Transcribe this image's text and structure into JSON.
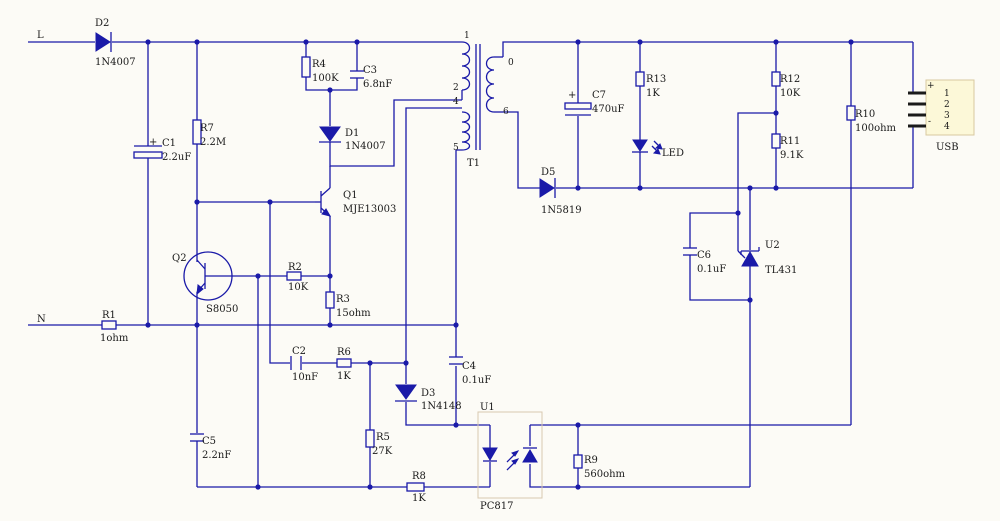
{
  "diagram": {
    "nets": {
      "line": "L",
      "neutral": "N"
    },
    "components": {
      "D2": {
        "ref": "D2",
        "value": "1N4007"
      },
      "C1": {
        "ref": "C1",
        "value": "2.2uF"
      },
      "R7": {
        "ref": "R7",
        "value": "2.2M"
      },
      "R4": {
        "ref": "R4",
        "value": "100K"
      },
      "C3": {
        "ref": "C3",
        "value": "6.8nF"
      },
      "D1": {
        "ref": "D1",
        "value": "1N4007"
      },
      "Q1": {
        "ref": "Q1",
        "value": "MJE13003"
      },
      "Q2": {
        "ref": "Q2",
        "value": "S8050"
      },
      "R2": {
        "ref": "R2",
        "value": "10K"
      },
      "R3": {
        "ref": "R3",
        "value": "15ohm"
      },
      "R1": {
        "ref": "R1",
        "value": "1ohm"
      },
      "C2": {
        "ref": "C2",
        "value": "10nF"
      },
      "R6": {
        "ref": "R6",
        "value": "1K"
      },
      "R5": {
        "ref": "R5",
        "value": "27K"
      },
      "R8": {
        "ref": "R8",
        "value": "1K"
      },
      "C5": {
        "ref": "C5",
        "value": "2.2nF"
      },
      "D3": {
        "ref": "D3",
        "value": "1N4148"
      },
      "C4": {
        "ref": "C4",
        "value": "0.1uF"
      },
      "T1": {
        "ref": "T1"
      },
      "U1": {
        "ref": "U1",
        "value": "PC817"
      },
      "D5": {
        "ref": "D5",
        "value": "1N5819"
      },
      "C7": {
        "ref": "C7",
        "value": "470uF"
      },
      "R13": {
        "ref": "R13",
        "value": "1K"
      },
      "LED": {
        "value": "LED"
      },
      "R12": {
        "ref": "R12",
        "value": "10K"
      },
      "R11": {
        "ref": "R11",
        "value": "9.1K"
      },
      "R10": {
        "ref": "R10",
        "value": "100ohm"
      },
      "C6": {
        "ref": "C6",
        "value": "0.1uF"
      },
      "U2": {
        "ref": "U2",
        "value": "TL431"
      },
      "R9": {
        "ref": "R9",
        "value": "560ohm"
      },
      "USB": {
        "value": "USB",
        "pins": [
          "1",
          "2",
          "3",
          "4"
        ],
        "plus": "+",
        "minus": "-"
      }
    },
    "transformer_pins": {
      "p1": "1",
      "p2": "2",
      "p4": "4",
      "p5": "5",
      "p0": "0",
      "p6": "6"
    },
    "polarity_mark": "+"
  },
  "colors": {
    "wire": "#1a1aa8",
    "background": "#fcfbf6",
    "text": "#1a1a1a",
    "optocoupler_box": "#d8c8b0"
  }
}
